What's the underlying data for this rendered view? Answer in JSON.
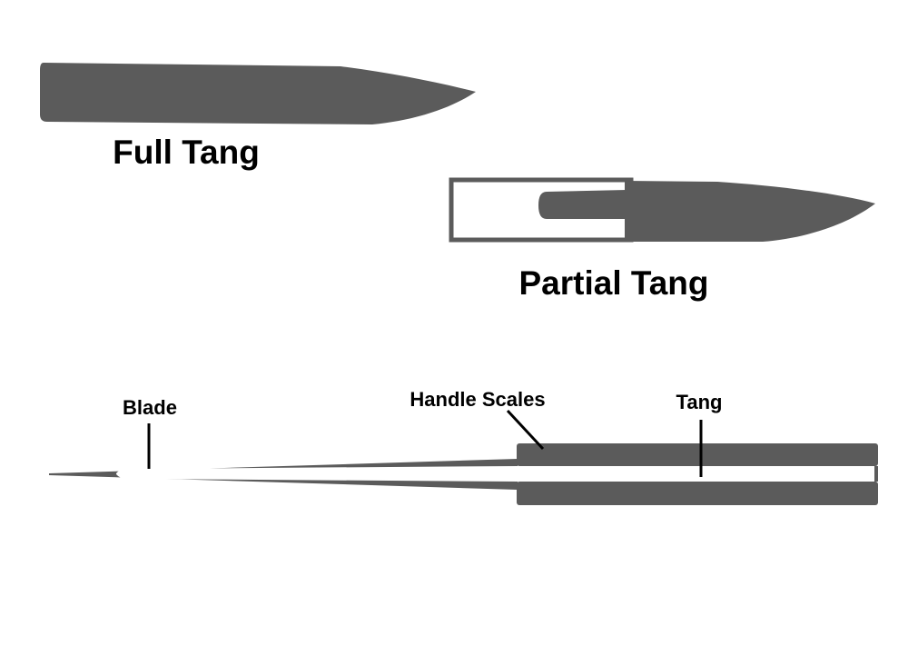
{
  "labels": {
    "full_tang": "Full Tang",
    "partial_tang": "Partial Tang",
    "blade": "Blade",
    "handle_scales": "Handle Scales",
    "tang": "Tang"
  },
  "colors": {
    "steel": "#5b5b5b",
    "background": "#ffffff",
    "text": "#000000",
    "leader": "#000000"
  }
}
